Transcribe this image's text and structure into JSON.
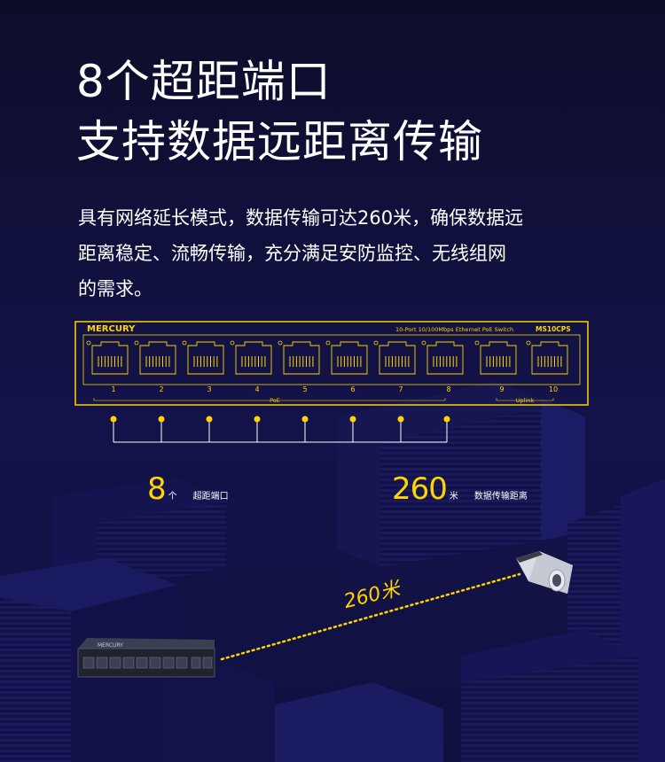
{
  "headline": {
    "line1": "8个超距端口",
    "line2": "支持数据远距离传输"
  },
  "description": {
    "line1": "具有网络延长模式，数据传输可达260米，确保数据远",
    "line2": "距离稳定、流畅传输，充分满足安防监控、无线组网",
    "line3": "的需求。"
  },
  "device": {
    "brand": "MERCURY",
    "spec": "10-Port 10/100Mbps Ethernet PoE Switch",
    "model": "MS10CPS",
    "ports": [
      "1",
      "2",
      "3",
      "4",
      "5",
      "6",
      "7",
      "8",
      "9",
      "10"
    ],
    "poe_label": "PoE",
    "uplink_label": "Uplink",
    "color": "#ffd400"
  },
  "stats": [
    {
      "number": "8",
      "unit": "个",
      "label": "超距端口"
    },
    {
      "number": "260",
      "unit": "米",
      "label": "数据传输距离"
    }
  ],
  "scene": {
    "distance_label": "260米",
    "switch_brand": "MERCURY"
  },
  "colors": {
    "accent": "#ffd400",
    "background": "#0d0d2a"
  },
  "icons": [
    "network-switch-icon",
    "security-camera-icon"
  ]
}
